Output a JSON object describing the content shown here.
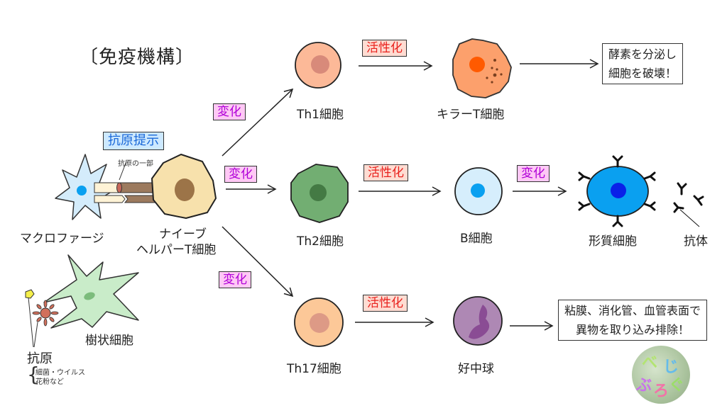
{
  "title": "〔免疫機構〕",
  "tags": {
    "antigen_presentation": "抗原提示",
    "change": "変化",
    "activate": "活性化"
  },
  "labels": {
    "antigen_part": "抗原の一部",
    "macrophage": "マクロファージ",
    "naive_line1": "ナイーブ",
    "naive_line2": "ヘルパーT細胞",
    "dendritic": "樹状細胞",
    "antigen": "抗原",
    "antigen_ex1": "細菌・ウイルス",
    "antigen_ex2": "花粉など",
    "th1": "Th1細胞",
    "killer_t": "キラーT細胞",
    "th2": "Th2細胞",
    "b_cell": "B細胞",
    "plasma_cell": "形質細胞",
    "antibody": "抗体",
    "th17": "Th17細胞",
    "neutrophil": "好中球"
  },
  "outcomes": {
    "killer_line1": "酵素を分泌し",
    "killer_line2": "細胞を破壊！",
    "neutrophil_line1": "粘膜、消化管、血管表面で",
    "neutrophil_line2": "異物を取り込み排除！"
  },
  "logo": {
    "chars": [
      "べ",
      "じ",
      "ぶ",
      "ろ",
      "ぐ"
    ]
  },
  "colors": {
    "change_bg": "#ffc8f5",
    "change_text": "#b000d8",
    "activate_bg": "#ffdcd2",
    "activate_text": "#e8201c",
    "present_bg": "#cde9ff",
    "present_text": "#1a68d8"
  }
}
